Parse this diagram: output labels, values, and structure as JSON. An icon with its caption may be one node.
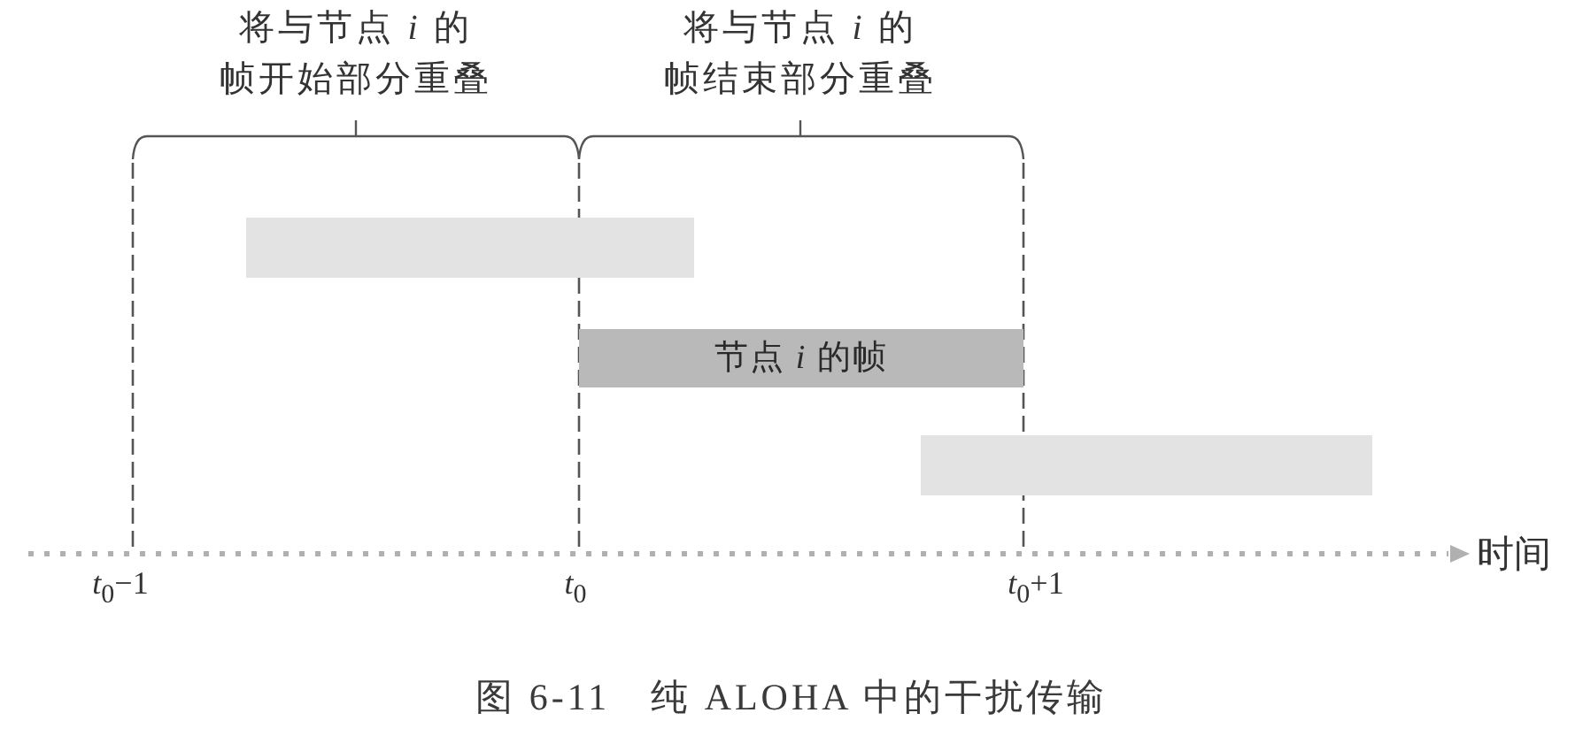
{
  "diagram": {
    "caption": "图 6-11　纯 ALOHA 中的干扰传输",
    "nodes": [
      {
        "text": [],
        "shape": "bar"
      },
      {
        "text": [
          "节点 *i* 的帧"
        ]
      },
      {
        "text": [],
        "shape": "bar"
      }
    ],
    "labels": [
      "将与节点 *i* 的帧开始部分重叠",
      "将与节点 *i* 的帧结束部分重叠",
      "时间",
      "*t*$_{0}$−1",
      "*t*$_{0}$",
      "*t*$_{0}$+1"
    ]
  }
}
